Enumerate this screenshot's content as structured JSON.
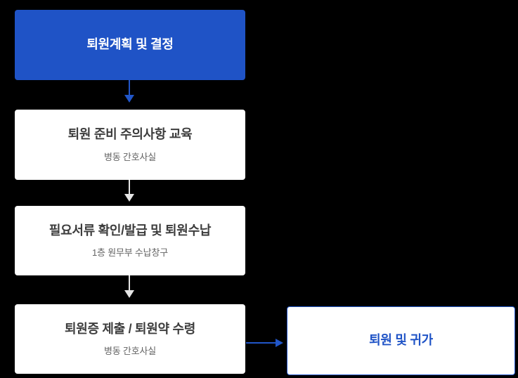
{
  "colors": {
    "background": "#000000",
    "primary_blue": "#1f53c6",
    "arrow_blue": "#2156c8",
    "arrow_gray": "#e5e5e5",
    "box_background": "#ffffff",
    "title_text": "#3d3d3d",
    "subtitle_text": "#646464",
    "outline_box_border": "#2257c8",
    "outline_box_text": "#1f53c6"
  },
  "flowchart": {
    "steps": [
      {
        "title": "퇴원계획 및 결정"
      },
      {
        "title": "퇴원 준비 주의사항 교육",
        "subtitle": "병동 간호사실"
      },
      {
        "title": "필요서류 확인/발급 및 퇴원수납",
        "subtitle": "1층 원무부 수납창구"
      },
      {
        "title": "퇴원증 제출 / 퇴원약 수령",
        "subtitle": "병동 간호사실"
      }
    ],
    "result": {
      "title": "퇴원 및 귀가"
    }
  }
}
